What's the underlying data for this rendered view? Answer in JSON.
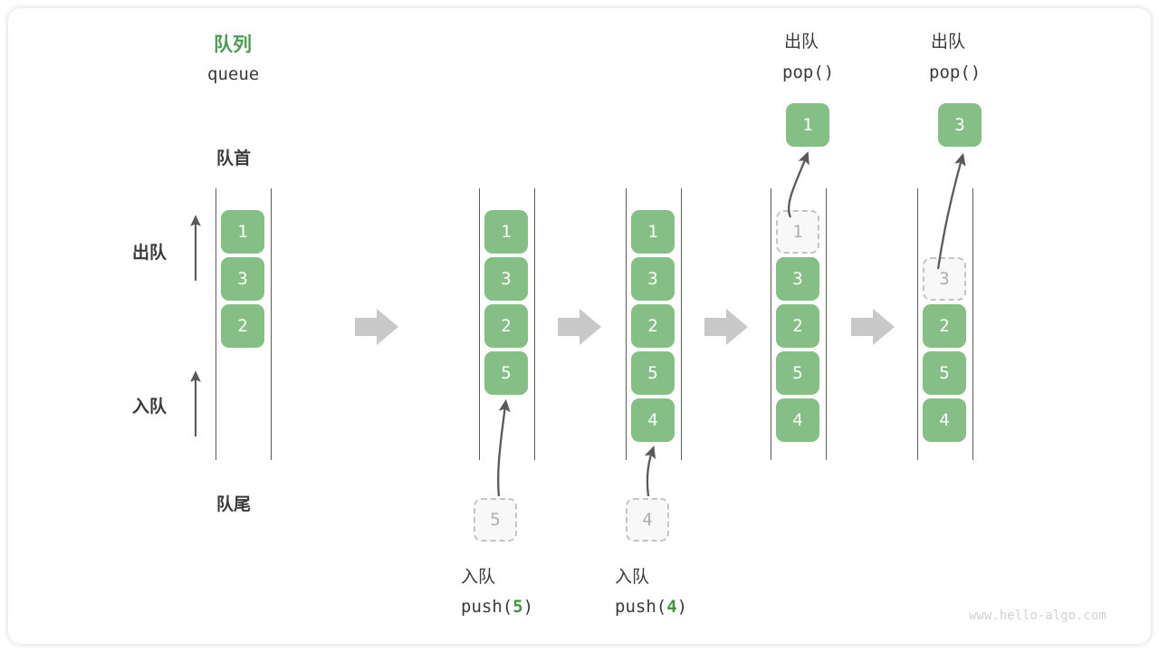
{
  "title": {
    "cn": "队列",
    "en": "queue"
  },
  "labels": {
    "front": "队首",
    "rear": "队尾",
    "dequeue": "出队",
    "enqueue": "入队"
  },
  "columns": [
    {
      "name": "initial-queue",
      "items": [
        "1",
        "3",
        "2"
      ],
      "ghost_index": null,
      "ghost_value": null
    },
    {
      "name": "after-push-5",
      "items": [
        "1",
        "3",
        "2",
        "5"
      ],
      "ghost_index": null,
      "ghost_value": null
    },
    {
      "name": "after-push-4",
      "items": [
        "1",
        "3",
        "2",
        "5",
        "4"
      ],
      "ghost_index": null,
      "ghost_value": null
    },
    {
      "name": "after-pop-1",
      "items": [
        "1",
        "3",
        "2",
        "5",
        "4"
      ],
      "ghost_index": 0,
      "ghost_value": "1"
    },
    {
      "name": "after-pop-3",
      "items": [
        "",
        "3",
        "2",
        "5",
        "4"
      ],
      "ghost_index": 1,
      "ghost_value": "3"
    }
  ],
  "operations": {
    "push5": {
      "cn": "入队",
      "code_prefix": "push(",
      "code_value": "5",
      "code_suffix": ")",
      "ghost": "5"
    },
    "push4": {
      "cn": "入队",
      "code_prefix": "push(",
      "code_value": "4",
      "code_suffix": ")",
      "ghost": "4"
    },
    "pop1": {
      "cn": "出队",
      "code": "pop()",
      "result": "1"
    },
    "pop3": {
      "cn": "出队",
      "code": "pop()",
      "result": "3"
    }
  },
  "watermark": "www.hello-algo.com",
  "colors": {
    "accent_green": "#4e9b52",
    "box_green": "#85bf85",
    "ghost_fill": "#f8f8f8",
    "ghost_border": "#c4c4c4",
    "arrow_gray": "#c8c8c8",
    "thin_arrow": "#5a5a5a",
    "text": "#3a3a3a"
  }
}
